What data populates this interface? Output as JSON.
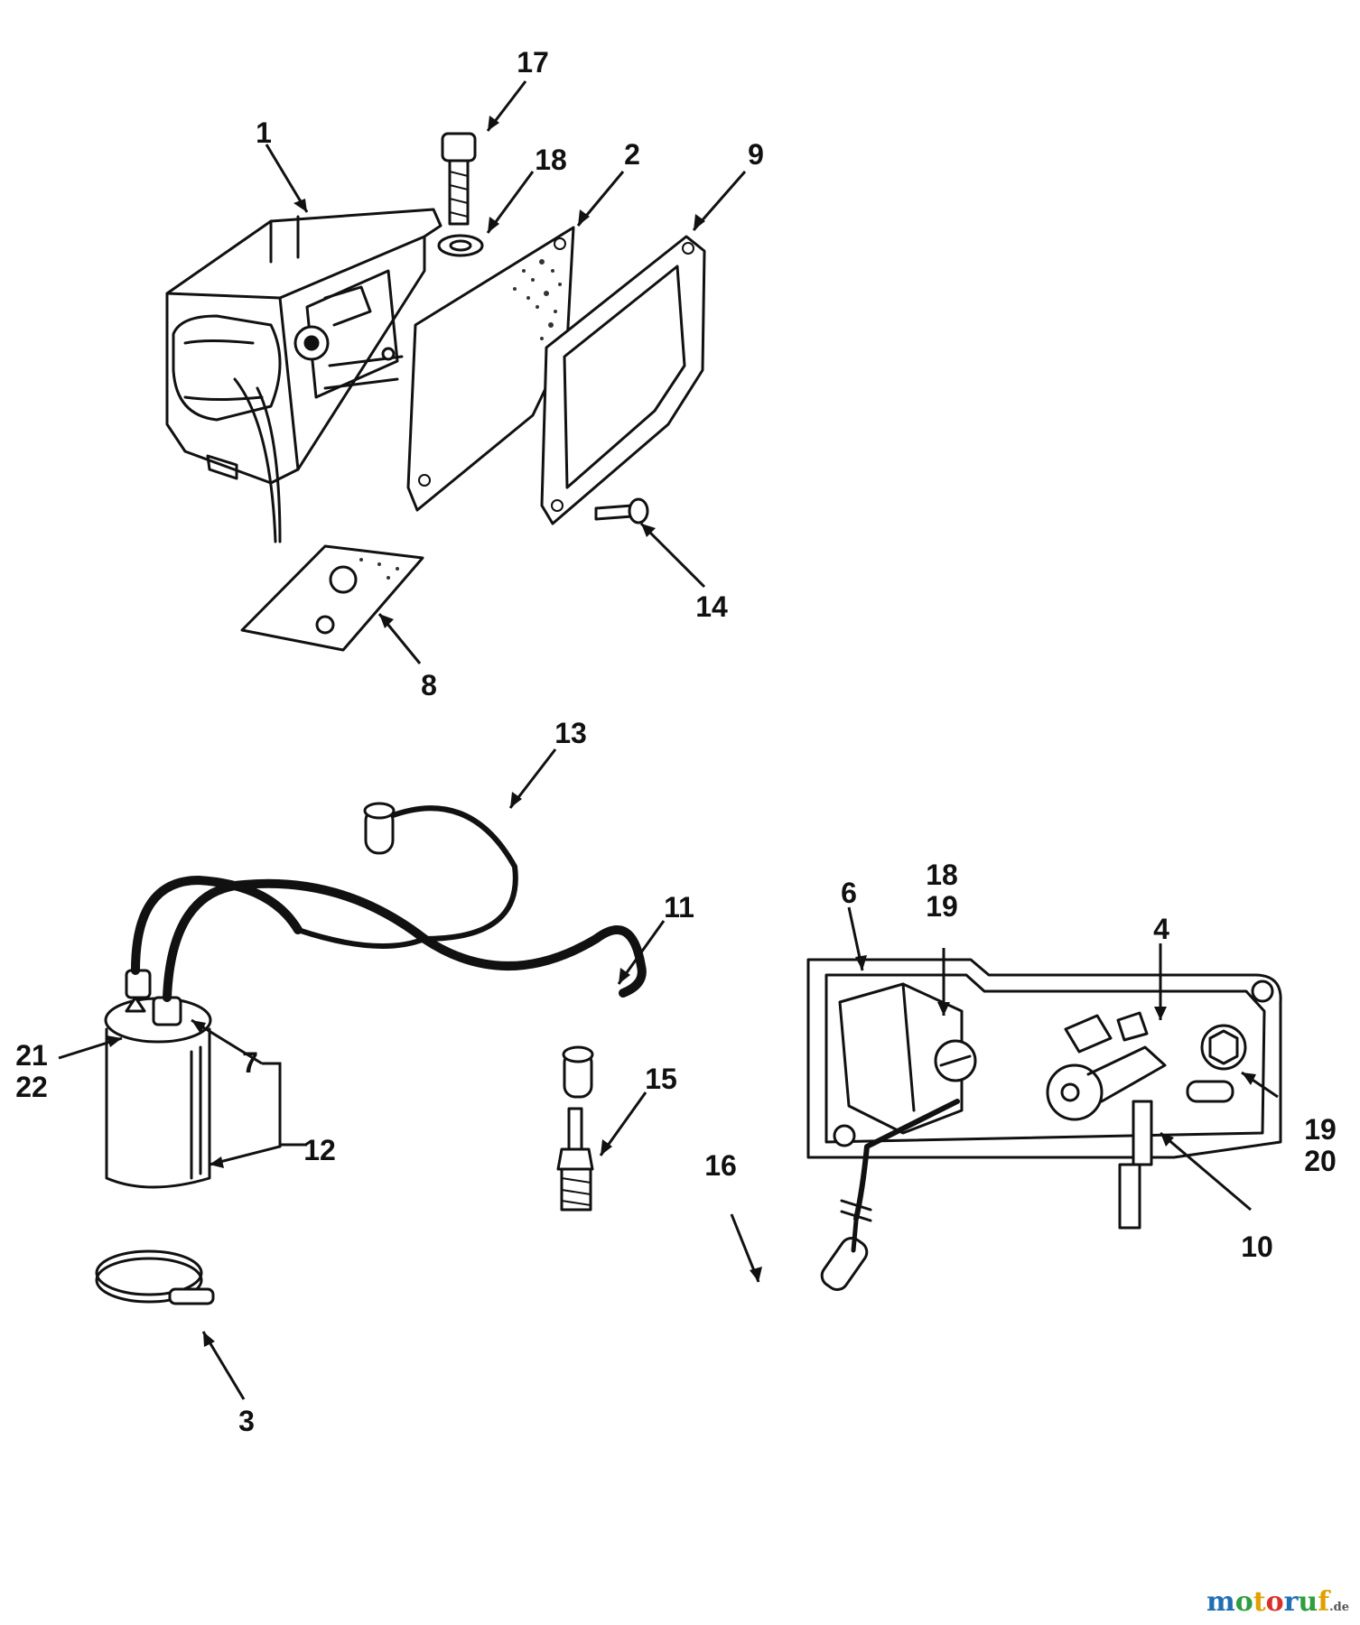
{
  "callouts": {
    "c1": "1",
    "c2": "2",
    "c3": "3",
    "c4": "4",
    "c6": "6",
    "c7": "7",
    "c8": "8",
    "c9": "9",
    "c10": "10",
    "c11": "11",
    "c12": "12",
    "c13": "13",
    "c14": "14",
    "c15": "15",
    "c16": "16",
    "c17": "17",
    "c18a": "18",
    "c18b": "18",
    "c19a": "19",
    "c19b": "19",
    "c20": "20",
    "c21": "21",
    "c22": "22"
  },
  "watermark": {
    "letters": [
      "m",
      "o",
      "t",
      "o",
      "r",
      "u",
      "f"
    ],
    "letter_colors": [
      "#1f6fb5",
      "#2e9e3e",
      "#e0a100",
      "#d9302a",
      "#1f6fb5",
      "#2e9e3e",
      "#e0a100"
    ],
    "tld": ".de"
  }
}
